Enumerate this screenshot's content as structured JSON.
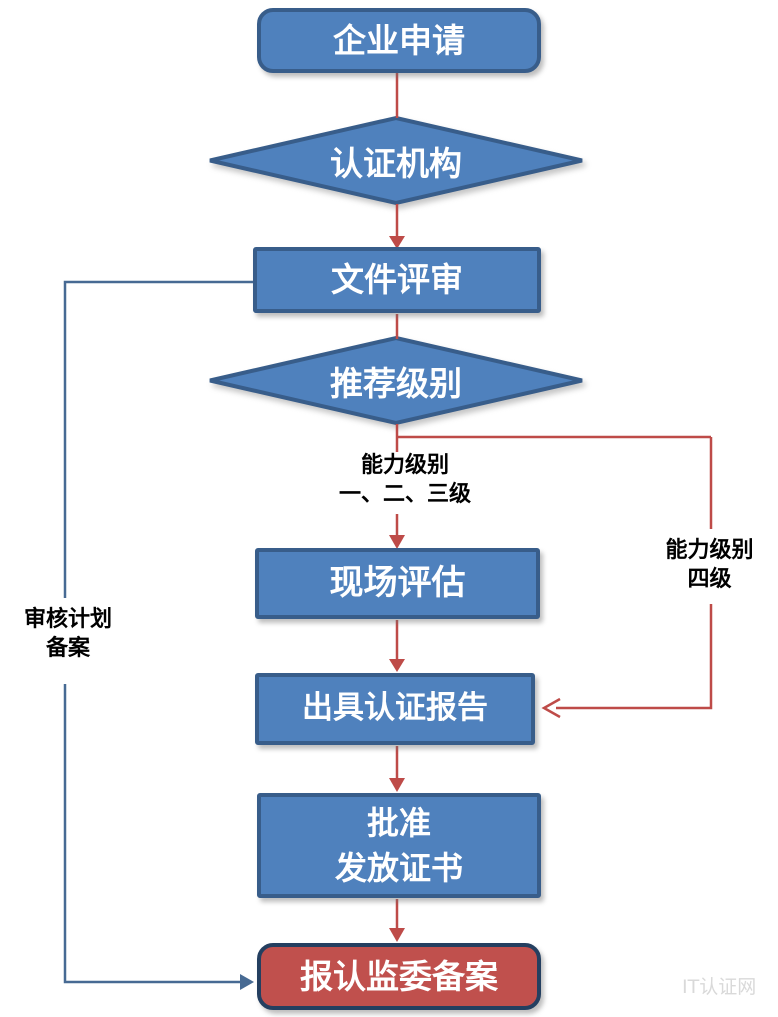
{
  "flowchart": {
    "nodes": {
      "apply": "企业申请",
      "cert_body": "认证机构",
      "doc_review": "文件评审",
      "recommend_level": "推荐级别",
      "onsite_assessment": "现场评估",
      "issue_report": "出具认证报告",
      "approve_line1": "批准",
      "approve_line2": "发放证书",
      "filing": "报认监委备案"
    },
    "edge_labels": {
      "level_1_2_3_line1": "能力级别",
      "level_1_2_3_line2": "一、二、三级",
      "level_4_line1": "能力级别",
      "level_4_line2": "四级",
      "audit_plan_line1": "审核计划",
      "audit_plan_line2": "备案"
    },
    "colors": {
      "node_fill": "#4F81BD",
      "node_border": "#385D8A",
      "final_node_fill": "#C0504D",
      "final_node_border": "#243F60",
      "flow_connector_red": "#BE4B48",
      "filing_connector_blue": "#476A93"
    }
  },
  "watermark": "IT认证网"
}
